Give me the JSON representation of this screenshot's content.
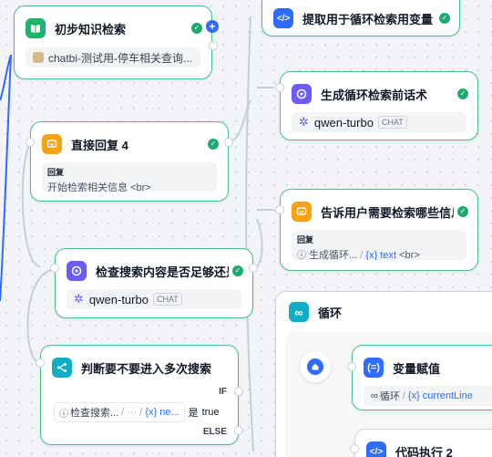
{
  "nodes": {
    "knowledge": {
      "title": "初步知识检索",
      "value": "chatbi-测试用-停车相关查询..."
    },
    "extract": {
      "title": "提取用于循环检索用变量"
    },
    "loop_prompt": {
      "title": "生成循环检索前话术",
      "model": "qwen-turbo",
      "tag": "CHAT"
    },
    "reply4": {
      "title": "直接回复 4",
      "label": "回复",
      "text": "开始检索相关信息 <br>"
    },
    "tell_user": {
      "title": "告诉用户需要检索哪些信息",
      "label": "回复",
      "ref_prefix": "生成循环...",
      "sep": "/",
      "ref_var": "{x} text",
      "tail": "<br>"
    },
    "check": {
      "title": "检查搜索内容是否足够还是很",
      "model": "qwen-turbo",
      "tag": "CHAT"
    },
    "decide": {
      "title": "判断要不要进入多次搜索",
      "if_label": "IF",
      "cond_ref": "检查搜索...",
      "cond_sep1": "/",
      "cond_dots": "···",
      "cond_sep2": "/",
      "cond_var": "{x} ne...",
      "cond_op": "是",
      "cond_val": "true",
      "else_label": "ELSE"
    },
    "loop": {
      "title": "循环"
    },
    "assign": {
      "title": "变量赋值",
      "prefix": "循环",
      "sep": "/",
      "var": "{x} currentLine"
    },
    "code": {
      "title": "代码执行 2"
    }
  },
  "colors": {
    "success_border": "#43c389",
    "blue": "#2f6bff",
    "loop_teal": "#10aec4",
    "answer_orange": "#f7a214",
    "llm_purple": "#6b5cf6",
    "knowledge_green": "#1fb46b",
    "code_blue": "#2f6bff"
  }
}
